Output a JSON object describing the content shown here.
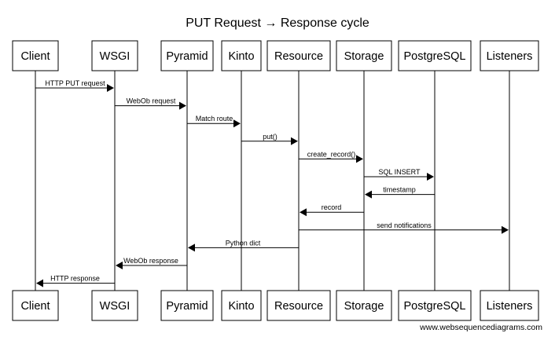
{
  "title": "PUT Request → Response cycle",
  "participants": [
    "Client",
    "WSGI",
    "Pyramid",
    "Kinto",
    "Resource",
    "Storage",
    "PostgreSQL",
    "Listeners"
  ],
  "messages": [
    {
      "from": 0,
      "to": 1,
      "label": "HTTP PUT request"
    },
    {
      "from": 1,
      "to": 2,
      "label": "WebOb request"
    },
    {
      "from": 2,
      "to": 3,
      "label": "Match route"
    },
    {
      "from": 3,
      "to": 4,
      "label": "put()"
    },
    {
      "from": 4,
      "to": 5,
      "label": "create_record()"
    },
    {
      "from": 5,
      "to": 6,
      "label": "SQL INSERT"
    },
    {
      "from": 6,
      "to": 5,
      "label": "timestamp"
    },
    {
      "from": 5,
      "to": 4,
      "label": "record"
    },
    {
      "from": 4,
      "to": 7,
      "label": "send notifications"
    },
    {
      "from": 4,
      "to": 2,
      "label": "Python dict"
    },
    {
      "from": 2,
      "to": 1,
      "label": "WebOb response"
    },
    {
      "from": 1,
      "to": 0,
      "label": "HTTP response"
    }
  ],
  "footer": "www.websequencediagrams.com"
}
